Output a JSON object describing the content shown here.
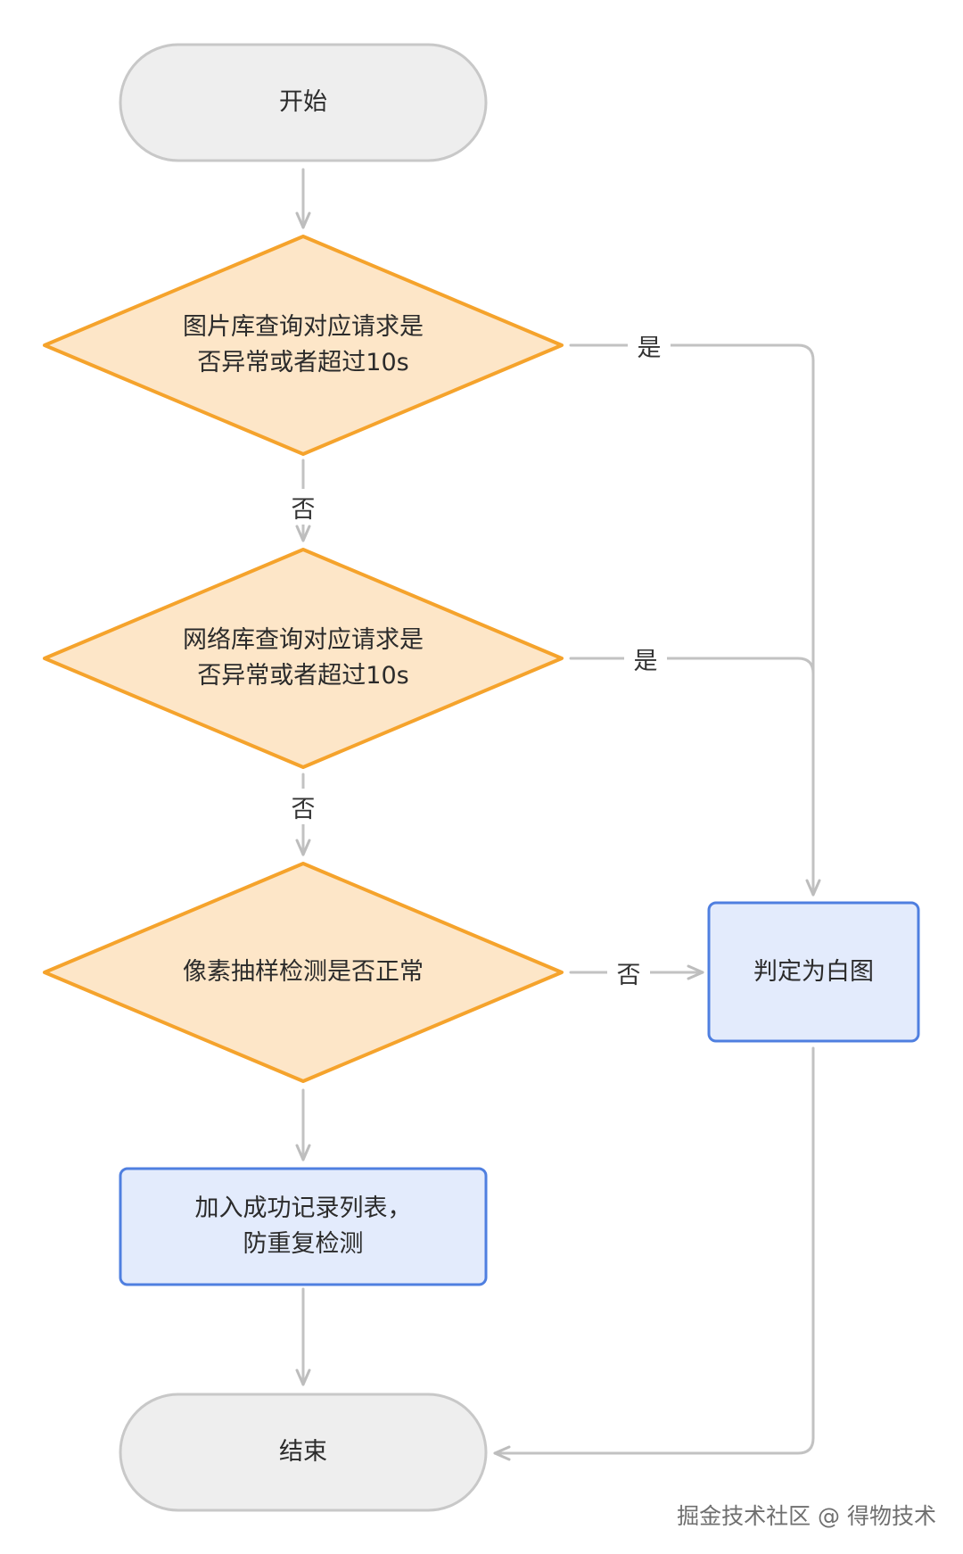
{
  "nodes": {
    "start": "开始",
    "check_image_lib": "图片库查询对应请求是\n否异常或者超过10s",
    "check_network_lib": "网络库查询对应请求是\n否异常或者超过10s",
    "check_pixel_sampling": "像素抽样检测是否正常",
    "mark_white_screen": "判定为白图",
    "add_success_record": "加入成功记录列表，\n防重复检测",
    "end": "结束"
  },
  "edge_labels": {
    "image_lib_yes": "是",
    "image_lib_no": "否",
    "network_lib_yes": "是",
    "network_lib_no": "否",
    "pixel_sampling_no": "否"
  },
  "watermark": "掘金技术社区 @ 得物技术",
  "colors": {
    "terminal_fill": "#eeeeee",
    "terminal_stroke": "#c8c8c8",
    "decision_fill": "#fde6c8",
    "decision_stroke": "#f5a32c",
    "process_fill": "#e3ebfc",
    "process_stroke": "#4f7fe0",
    "connector": "#bdbdbd"
  }
}
